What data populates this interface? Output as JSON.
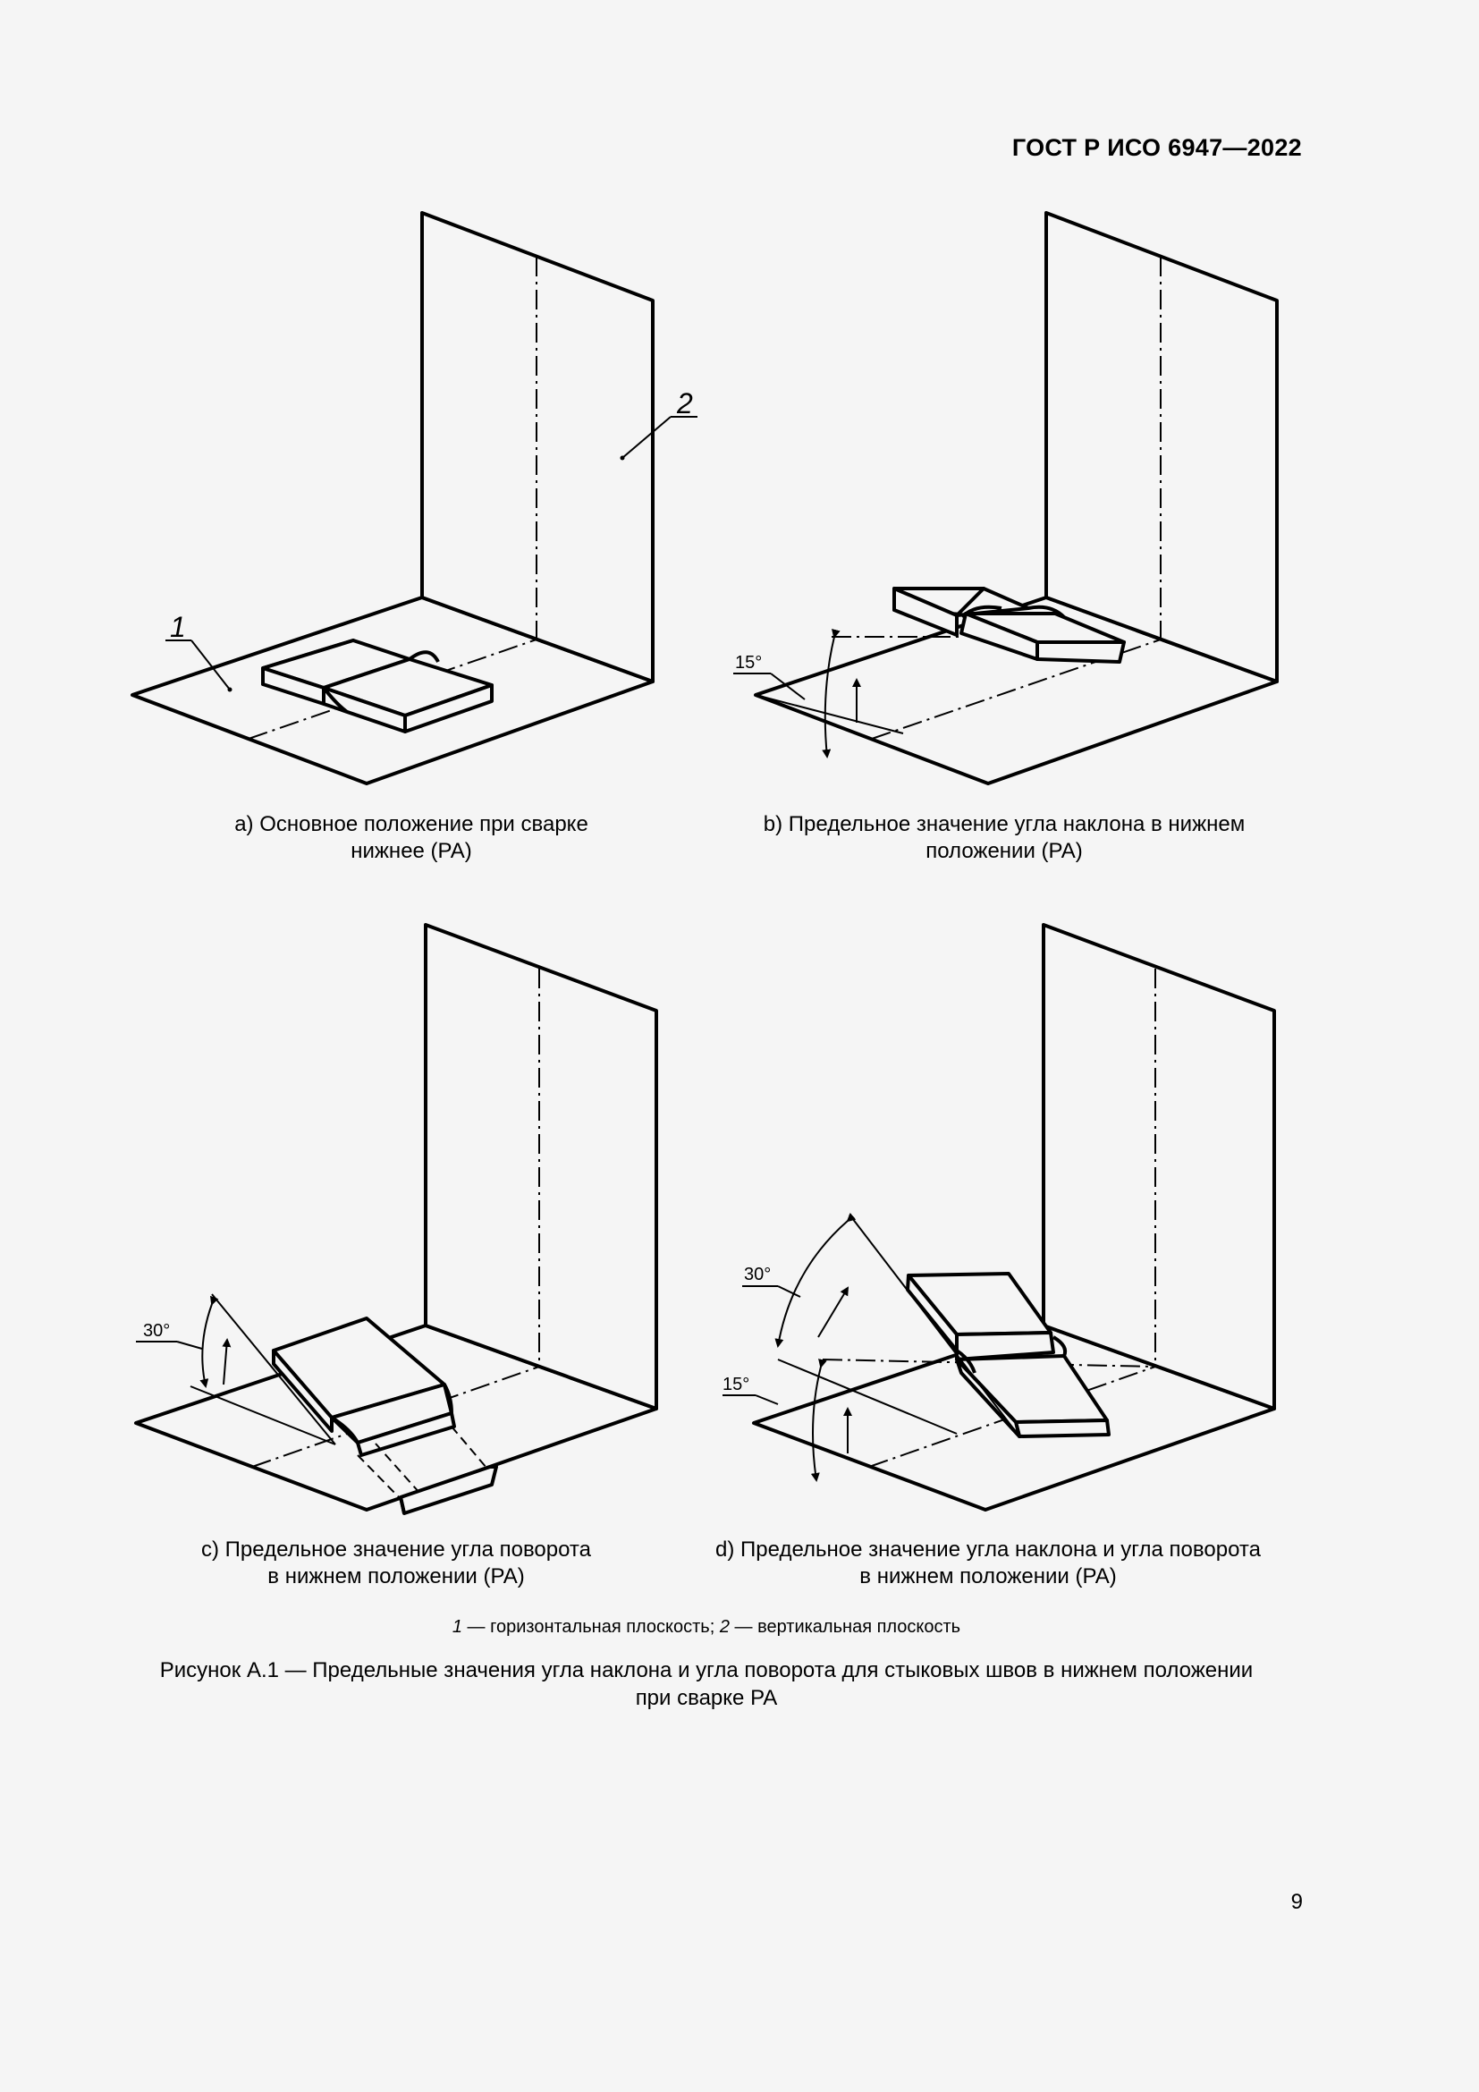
{
  "header": {
    "doc_code": "ГОСТ Р ИСО 6947—2022"
  },
  "figures": {
    "a": {
      "caption_line1": "a) Основное положение при сварке",
      "caption_line2": "нижнее (PA)",
      "label_1": "1",
      "label_2": "2"
    },
    "b": {
      "caption_line1": "b) Предельное значение угла наклона в нижнем",
      "caption_line2": "положении (PA)",
      "angle": "15°"
    },
    "c": {
      "caption_line1": "c) Предельное значение угла поворота",
      "caption_line2": "в нижнем положении (PA)",
      "angle": "30°"
    },
    "d": {
      "caption_line1": "d) Предельное значение угла наклона и угла поворота",
      "caption_line2": "в нижнем положении (PA)",
      "angle_rotation": "30°",
      "angle_slope": "15°"
    }
  },
  "legend": {
    "item1_num": "1",
    "item1_text": " — горизонтальная плоскость; ",
    "item2_num": "2",
    "item2_text": " — вертикальная плоскость"
  },
  "figure_title": {
    "line1": "Рисунок А.1 — Предельные значения угла наклона и угла поворота для стыковых швов в нижнем положении",
    "line2": "при сварке PA"
  },
  "page_number": "9"
}
